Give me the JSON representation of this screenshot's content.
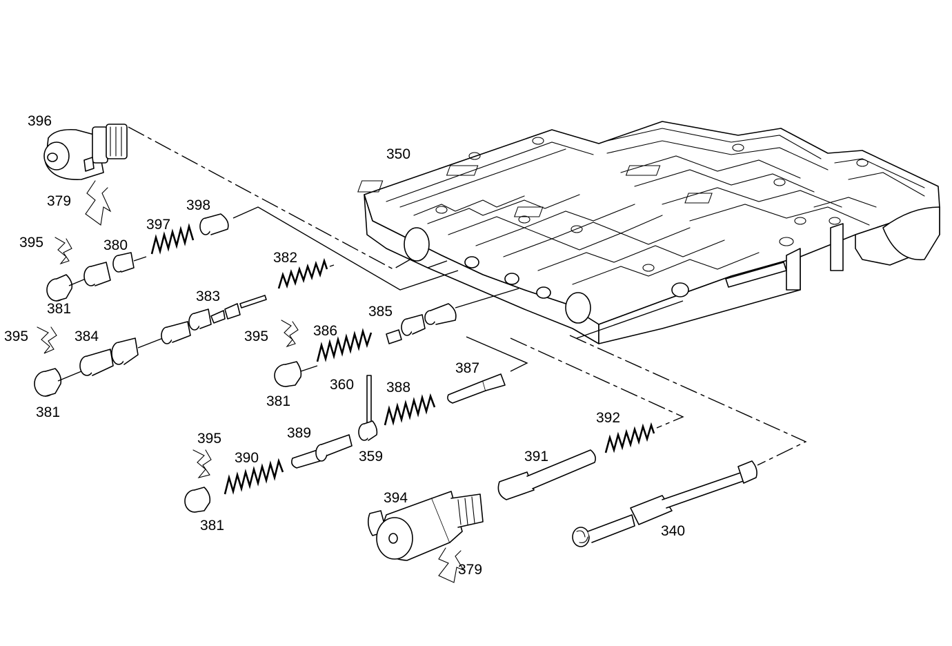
{
  "diagram": {
    "callouts": {
      "c396": "396",
      "c379a": "379",
      "c350": "350",
      "c398": "398",
      "c397": "397",
      "c395a": "395",
      "c380": "380",
      "c381a": "381",
      "c382": "382",
      "c383": "383",
      "c395b": "395",
      "c384": "384",
      "c381b": "381",
      "c385": "385",
      "c386": "386",
      "c395c": "395",
      "c381c": "381",
      "c360": "360",
      "c388": "388",
      "c387": "387",
      "c395d": "395",
      "c389": "389",
      "c390": "390",
      "c359": "359",
      "c381d": "381",
      "c392": "392",
      "c391": "391",
      "c394": "394",
      "c340": "340",
      "c379b": "379"
    }
  }
}
